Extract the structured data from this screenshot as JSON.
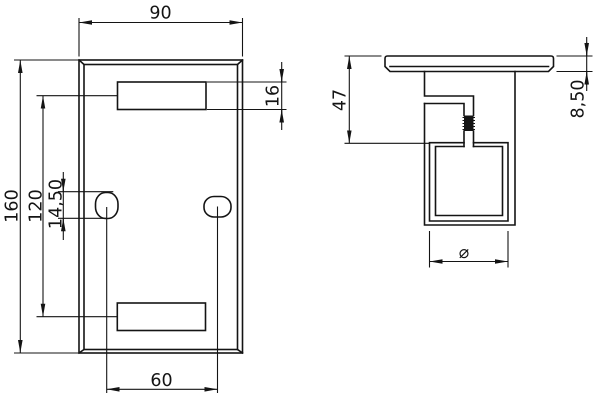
{
  "drawing": {
    "background_color": "#ffffff",
    "line_color": "#141414",
    "set_screw_color": "#000000",
    "dimensions": {
      "plate_width": {
        "label": "90"
      },
      "plate_height": {
        "label": "160"
      },
      "slot_center_spacing": {
        "label": "120"
      },
      "oblong_hole_height": {
        "label": "14,50"
      },
      "slot_height": {
        "label": "16"
      },
      "hole_spacing": {
        "label": "60"
      },
      "bracket_depth": {
        "label": "47"
      },
      "plate_thickness": {
        "label": "8,50"
      },
      "tube_diameter_symbol": {
        "label": "⌀"
      }
    }
  }
}
